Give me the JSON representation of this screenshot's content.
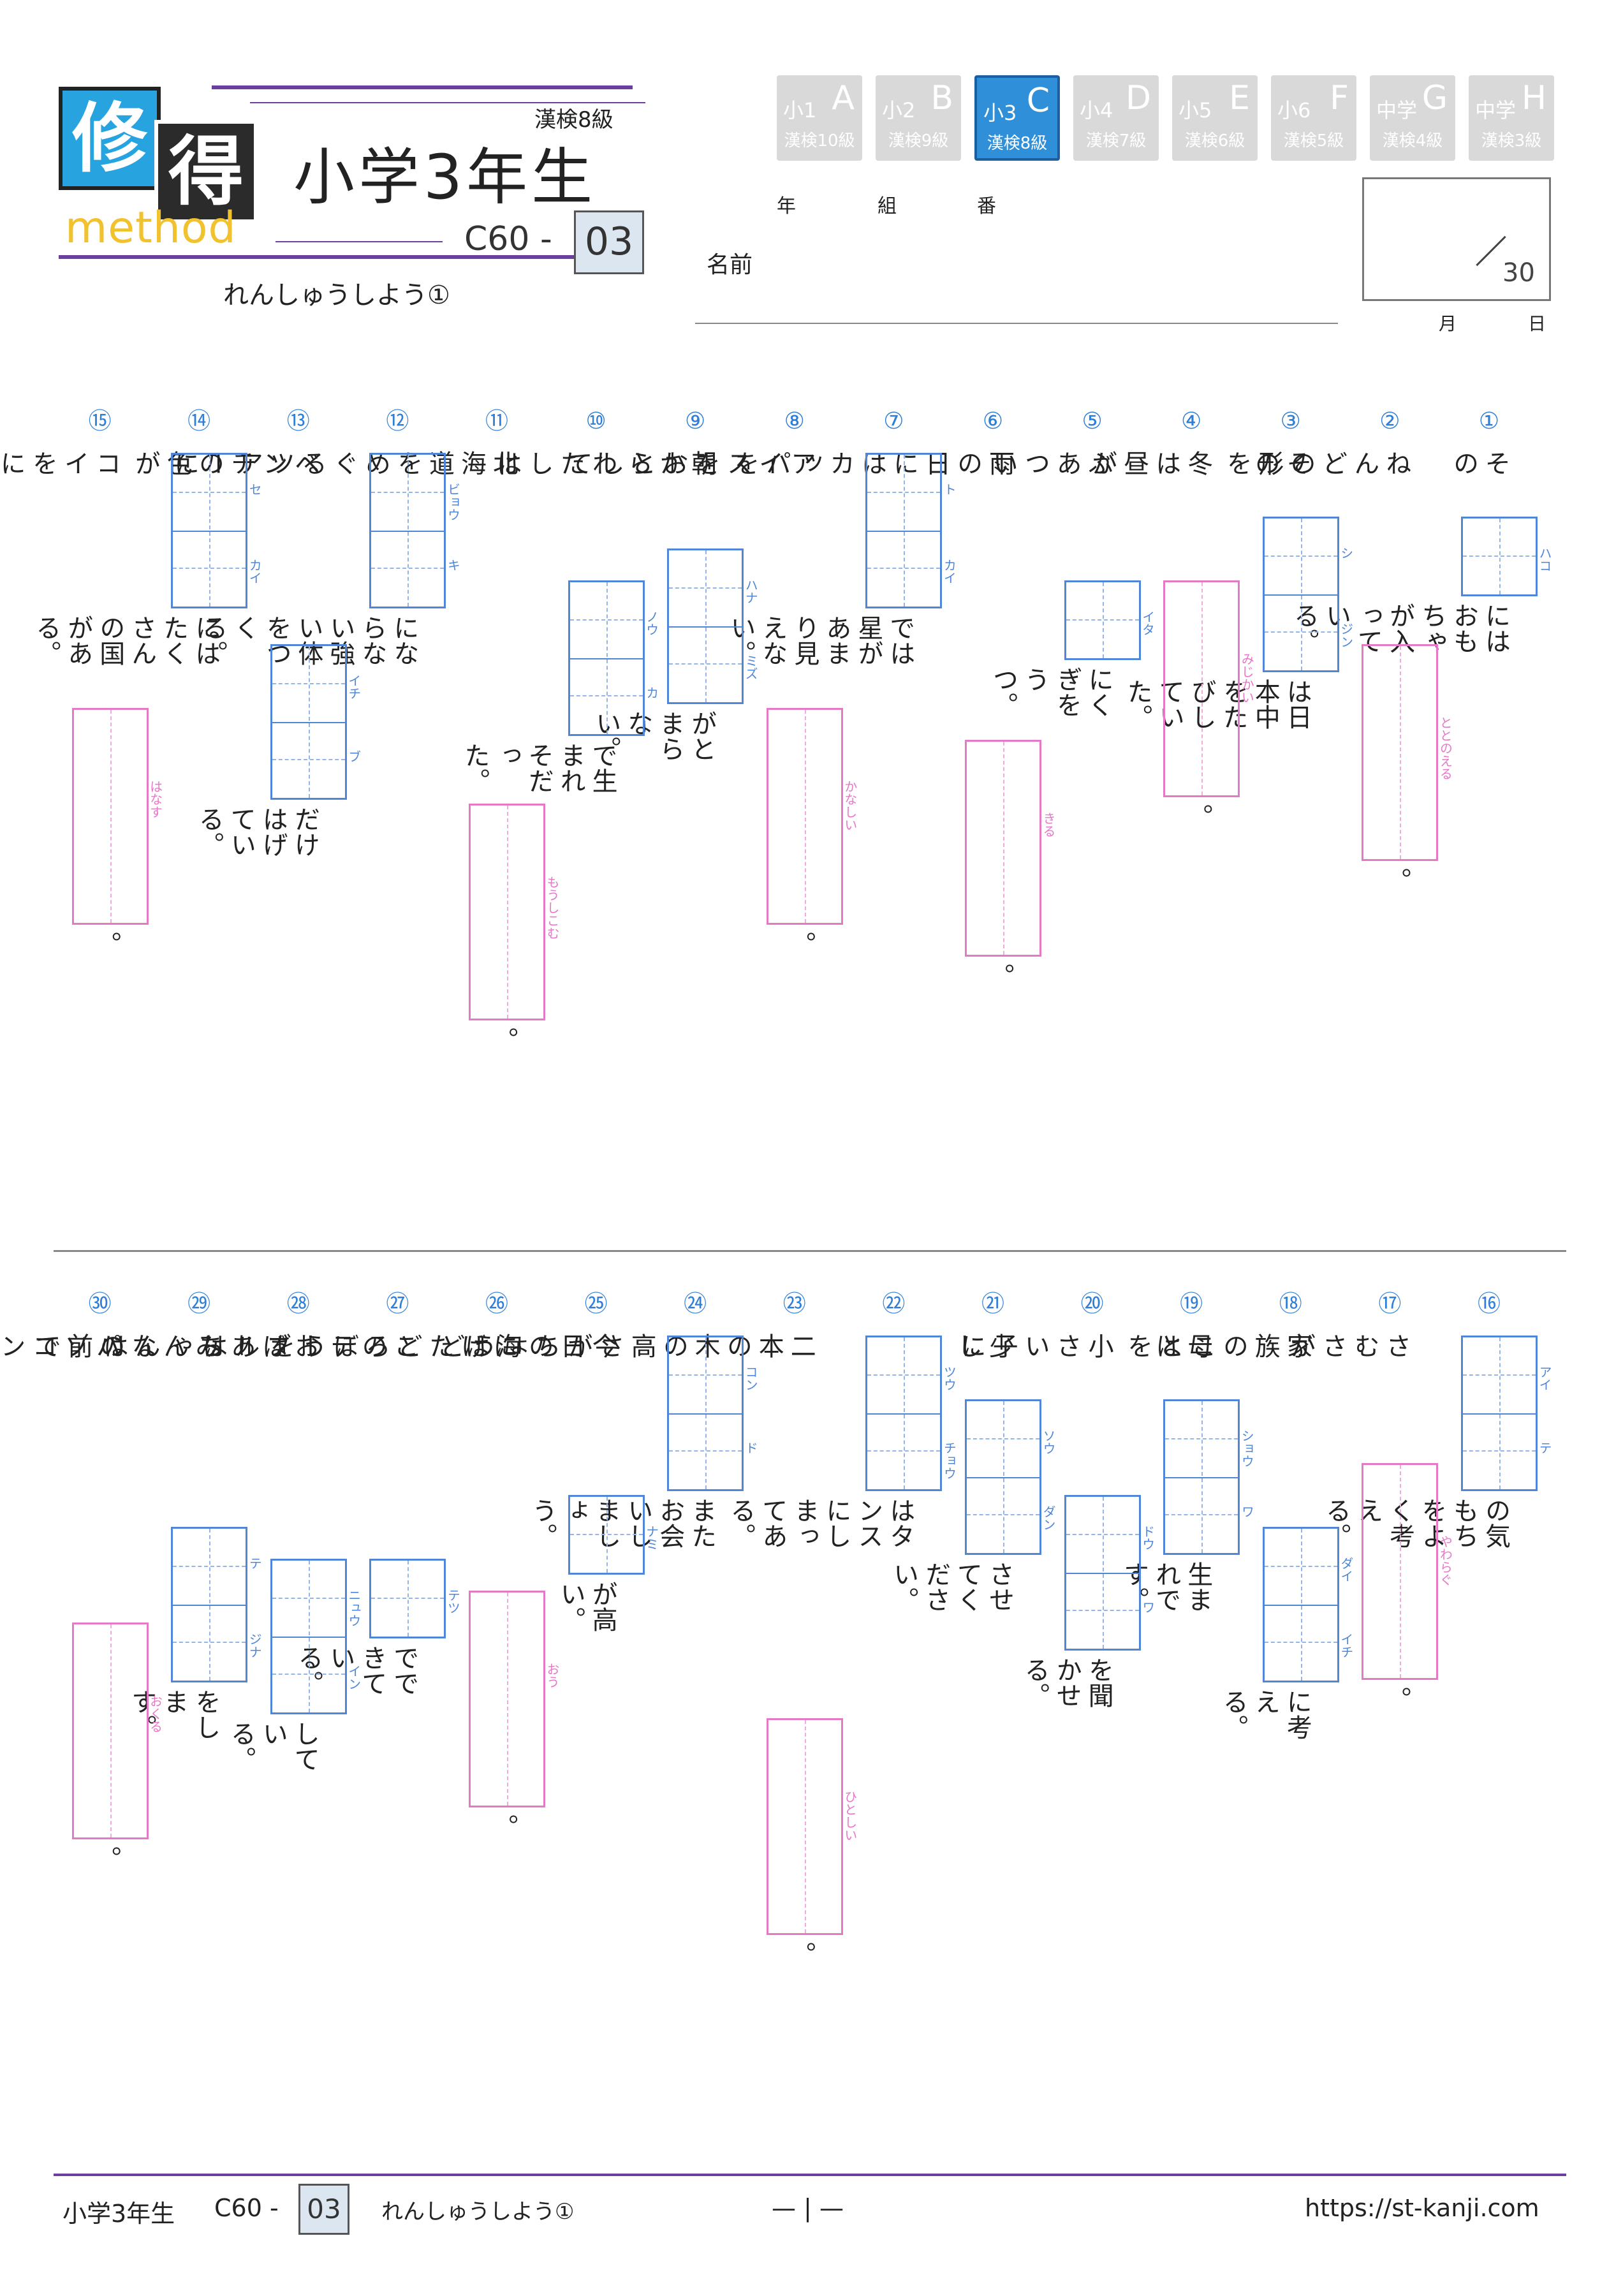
{
  "logo": {
    "c1": "修",
    "c2": "得",
    "word": "method"
  },
  "header": {
    "grade_title": "小学3年生",
    "kanken": "漢検8級",
    "code_prefix": "C60 -",
    "code_number": "03",
    "subtitle": "れんしゅうしよう①"
  },
  "tabs": [
    {
      "label": "小1",
      "letter": "A",
      "kanken": "漢検10級",
      "active": false
    },
    {
      "label": "小2",
      "letter": "B",
      "kanken": "漢検9級",
      "active": false
    },
    {
      "label": "小3",
      "letter": "C",
      "kanken": "漢検8級",
      "active": true
    },
    {
      "label": "小4",
      "letter": "D",
      "kanken": "漢検7級",
      "active": false
    },
    {
      "label": "小5",
      "letter": "E",
      "kanken": "漢検6級",
      "active": false
    },
    {
      "label": "小6",
      "letter": "F",
      "kanken": "漢検5級",
      "active": false
    },
    {
      "label": "中学",
      "letter": "G",
      "kanken": "漢検4級",
      "active": false
    },
    {
      "label": "中学",
      "letter": "H",
      "kanken": "漢検3級",
      "active": false
    }
  ],
  "student": {
    "year": "年",
    "class": "組",
    "number": "番",
    "name": "名前",
    "month": "月",
    "day": "日",
    "score_total": "30"
  },
  "questions": [
    {
      "num": "①",
      "parts": [
        {
          "t": "text",
          "v": "その"
        },
        {
          "t": "kanji",
          "r": [
            "ハコ"
          ]
        },
        {
          "t": "text",
          "v": "にはおもちゃが入っている。"
        }
      ]
    },
    {
      "num": "②",
      "parts": [
        {
          "t": "text",
          "v": "ねんどの形を"
        },
        {
          "t": "hira",
          "r": "ととのえる"
        },
        {
          "t": "text",
          "v": "。"
        }
      ]
    },
    {
      "num": "③",
      "parts": [
        {
          "t": "text",
          "v": "その"
        },
        {
          "t": "kanji",
          "r": [
            "シ",
            "ジン"
          ]
        },
        {
          "t": "text",
          "v": "は日本中をたびしていた。"
        }
      ]
    },
    {
      "num": "④",
      "parts": [
        {
          "t": "text",
          "v": "冬は昼が"
        },
        {
          "t": "hira",
          "r": "みじかい"
        },
        {
          "t": "text",
          "v": "。"
        }
      ]
    },
    {
      "num": "⑤",
      "parts": [
        {
          "t": "text",
          "v": "ぶあつい"
        },
        {
          "t": "kanji",
          "r": [
            "イタ"
          ]
        },
        {
          "t": "text",
          "v": "にくぎをうつ。"
        }
      ]
    },
    {
      "num": "⑥",
      "parts": [
        {
          "t": "text",
          "v": "雨の日にはカッパを"
        },
        {
          "t": "hira",
          "r": "きる"
        },
        {
          "t": "text",
          "v": "。"
        }
      ]
    },
    {
      "num": "⑦",
      "parts": [
        {
          "t": "kanji",
          "r": [
            "ト",
            "カイ"
          ]
        },
        {
          "t": "text",
          "v": "では星があまり見えない。"
        }
      ]
    },
    {
      "num": "⑧",
      "parts": [
        {
          "t": "text",
          "v": "アイスをおとして"
        },
        {
          "t": "hira",
          "r": "かなしい"
        },
        {
          "t": "text",
          "v": "。"
        }
      ]
    },
    {
      "num": "⑨",
      "parts": [
        {
          "t": "text",
          "v": "朝から"
        },
        {
          "t": "kanji",
          "r": [
            "ハナ",
            "ミズ"
          ]
        },
        {
          "t": "text",
          "v": "がとまらない。"
        }
      ]
    },
    {
      "num": "⑩",
      "parts": [
        {
          "t": "text",
          "v": "わたしは"
        },
        {
          "t": "kanji",
          "r": [
            "ノウ",
            "カ"
          ]
        },
        {
          "t": "text",
          "v": "で生まれそだった。"
        }
      ]
    },
    {
      "num": "⑪",
      "parts": [
        {
          "t": "text",
          "v": "北海道をめぐるツアーに"
        },
        {
          "t": "hira",
          "r": "もうしこむ"
        },
        {
          "t": "text",
          "v": "。"
        }
      ]
    },
    {
      "num": "⑫",
      "parts": [
        {
          "t": "kanji",
          "r": [
            "ビョウ",
            "キ"
          ]
        },
        {
          "t": "text",
          "v": "にならない強い体をつくる。"
        }
      ]
    },
    {
      "num": "⑬",
      "parts": [
        {
          "t": "text",
          "v": "ベンチの色が"
        },
        {
          "t": "kanji",
          "r": [
            "イチ",
            "ブ"
          ]
        },
        {
          "t": "text",
          "v": "だけはげている。"
        }
      ]
    },
    {
      "num": "⑭",
      "parts": [
        {
          "t": "kanji",
          "r": [
            "セ",
            "カイ"
          ]
        },
        {
          "t": "text",
          "v": "にはたくさんの国がある。"
        }
      ]
    },
    {
      "num": "⑮",
      "parts": [
        {
          "t": "text",
          "v": "コイをにわの池に"
        },
        {
          "t": "hira",
          "r": "はなす"
        },
        {
          "t": "text",
          "v": "。"
        }
      ]
    },
    {
      "num": "⑯",
      "parts": [
        {
          "t": "kanji",
          "r": [
            "アイ",
            "テ"
          ]
        },
        {
          "t": "text",
          "v": "の気もちをよく考える。"
        }
      ]
    },
    {
      "num": "⑰",
      "parts": [
        {
          "t": "text",
          "v": "さむさが"
        },
        {
          "t": "hira",
          "r": "やわらぐ"
        },
        {
          "t": "text",
          "v": "。"
        }
      ]
    },
    {
      "num": "⑱",
      "parts": [
        {
          "t": "text",
          "v": "家族のことを"
        },
        {
          "t": "kanji",
          "r": [
            "ダイ",
            "イチ"
          ]
        },
        {
          "t": "text",
          "v": "に考える。"
        }
      ]
    },
    {
      "num": "⑲",
      "parts": [
        {
          "t": "text",
          "v": "母は"
        },
        {
          "t": "kanji",
          "r": [
            "ショウ",
            "ワ"
          ]
        },
        {
          "t": "text",
          "v": "生まれです。"
        }
      ]
    },
    {
      "num": "⑳",
      "parts": [
        {
          "t": "text",
          "v": "小さい子に"
        },
        {
          "t": "kanji",
          "r": [
            "ドウ",
            "ワ"
          ]
        },
        {
          "t": "text",
          "v": "を聞かせる。"
        }
      ]
    },
    {
      "num": "㉑",
      "parts": [
        {
          "t": "text",
          "v": "少し"
        },
        {
          "t": "kanji",
          "r": [
            "ソウ",
            "ダン"
          ]
        },
        {
          "t": "text",
          "v": "させてください。"
        }
      ]
    },
    {
      "num": "㉒",
      "parts": [
        {
          "t": "kanji",
          "r": [
            "ツウ",
            "チョウ"
          ]
        },
        {
          "t": "text",
          "v": "はタンスにしまってある。"
        }
      ]
    },
    {
      "num": "㉓",
      "parts": [
        {
          "t": "text",
          "v": "二本の木の高さがちょうど"
        },
        {
          "t": "hira",
          "r": "ひとしい"
        },
        {
          "t": "text",
          "v": "。"
        }
      ]
    },
    {
      "num": "㉔",
      "parts": [
        {
          "t": "kanji",
          "r": [
            "コン",
            "ド"
          ]
        },
        {
          "t": "text",
          "v": "またお会いしましょう。"
        }
      ]
    },
    {
      "num": "㉕",
      "parts": [
        {
          "t": "text",
          "v": "今日の海は"
        },
        {
          "t": "kanji",
          "r": [
            "ナミ"
          ]
        },
        {
          "t": "text",
          "v": "が高い。"
        }
      ]
    },
    {
      "num": "㉖",
      "parts": [
        {
          "t": "text",
          "v": "にげたどろぼうを"
        },
        {
          "t": "hira",
          "r": "おう"
        },
        {
          "t": "text",
          "v": "。"
        }
      ]
    },
    {
      "num": "㉗",
      "parts": [
        {
          "t": "text",
          "v": "このテーブルは"
        },
        {
          "t": "kanji",
          "r": [
            "テツ"
          ]
        },
        {
          "t": "text",
          "v": "でできている。"
        }
      ]
    },
    {
      "num": "㉘",
      "parts": [
        {
          "t": "text",
          "v": "おばあちゃんは"
        },
        {
          "t": "kanji",
          "r": [
            "ニュウ",
            "イン"
          ]
        },
        {
          "t": "text",
          "v": "している。"
        }
      ]
    },
    {
      "num": "㉙",
      "parts": [
        {
          "t": "text",
          "v": "みんなの前で"
        },
        {
          "t": "kanji",
          "r": [
            "テ",
            "ジナ"
          ]
        },
        {
          "t": "text",
          "v": "をします。"
        }
      ]
    },
    {
      "num": "㉚",
      "parts": [
        {
          "t": "text",
          "v": "パソコンでメールを"
        },
        {
          "t": "hira",
          "r": "おくる"
        },
        {
          "t": "text",
          "v": "。"
        }
      ]
    }
  ],
  "footer": {
    "grade": "小学3年生",
    "code_prefix": "C60 -",
    "code_number": "03",
    "title": "れんしゅうしよう①",
    "page": "— | —",
    "url": "https://st-kanji.com"
  },
  "colors": {
    "accent": "#2f7fd8",
    "kanji_box": "#4f86d8",
    "hira_box": "#e678c8",
    "rule": "#6b3fa0"
  }
}
